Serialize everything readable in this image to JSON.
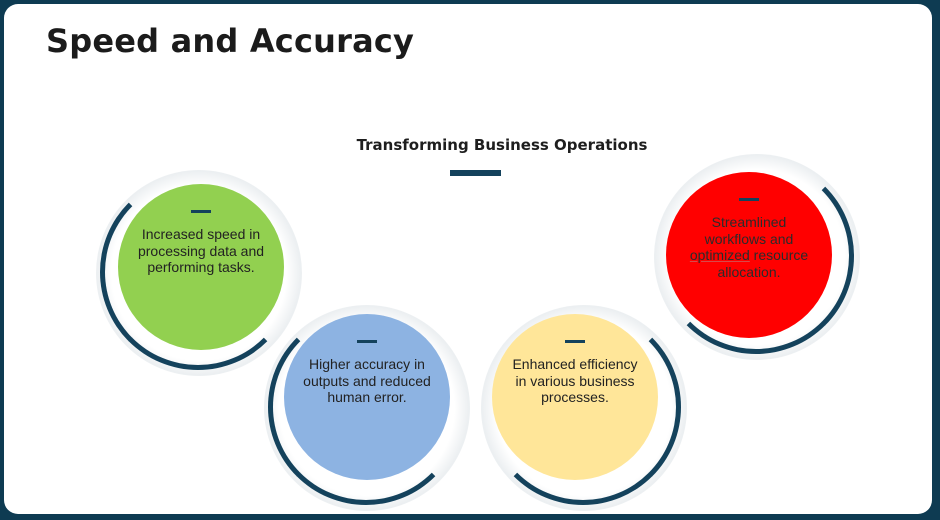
{
  "slide": {
    "title": "Speed and Accuracy",
    "subtitle": "Transforming Business Operations"
  },
  "cards": [
    {
      "text": "Increased speed in processing data and performing tasks.",
      "fill": "#92d050",
      "dash_icon": "dash-icon"
    },
    {
      "text": "Higher accuracy in outputs and reduced human error.",
      "fill": "#8db3e2",
      "dash_icon": "dash-icon"
    },
    {
      "text": "Enhanced efficiency in various business processes.",
      "fill": "#ffe699",
      "dash_icon": "dash-icon"
    },
    {
      "text_before": "Streamlined workflows and ",
      "text_marked": "optimized",
      "text_after": " resource allocation.",
      "fill": "#ff0000",
      "dash_icon": "dash-icon"
    }
  ],
  "colors": {
    "frame": "#0e3b52",
    "accent": "#14425c"
  }
}
